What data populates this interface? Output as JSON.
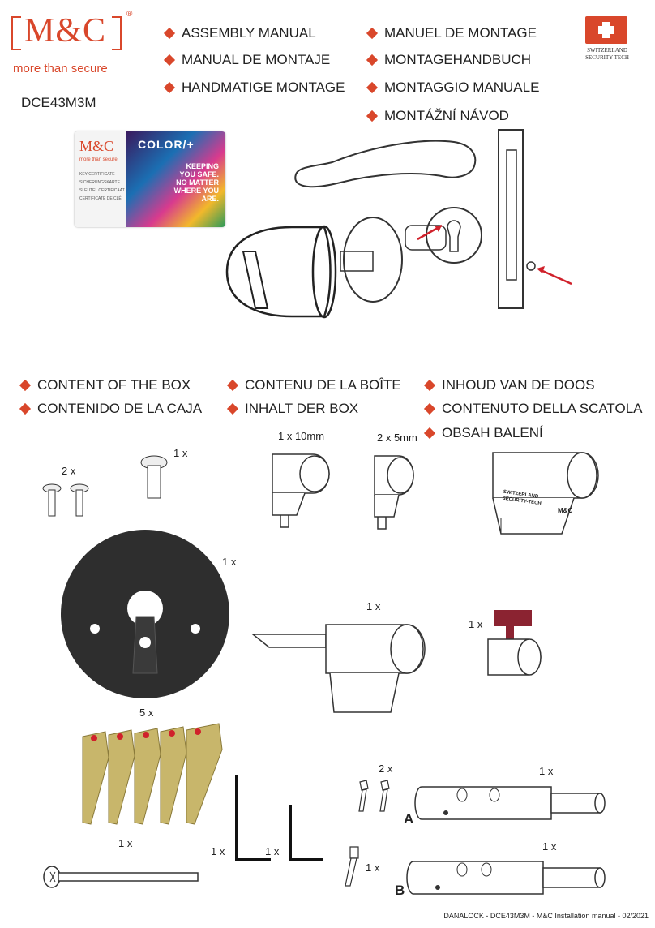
{
  "brand": {
    "logo": "M&C",
    "registered": "®",
    "tagline": "more than secure"
  },
  "model": "DCE43M3M",
  "titles": [
    "ASSEMBLY MANUAL",
    "MANUAL DE MONTAJE",
    "HANDMATIGE MONTAGE",
    "MANUEL DE MONTAGE",
    "MONTAGEHANDBUCH",
    "MONTAGGIO MANUALE",
    "MONTÁŽNÍ NÁVOD"
  ],
  "swiss_badge": {
    "line1": "SWITZERLAND",
    "line2": "SECURITY TECH"
  },
  "card": {
    "logo": "M&C",
    "tagline": "more than secure",
    "lines": [
      "KEY CERTIFICATE",
      "SICHERUNGSKARTE",
      "SLEUTEL CERTIFICAAT",
      "CERTIFICATE DE CLÉ"
    ],
    "title": "COLOR/+",
    "slogan": [
      "KEEPING",
      "YOU SAFE.",
      "NO MATTER",
      "WHERE YOU",
      "ARE."
    ]
  },
  "content_headings": [
    "CONTENT OF THE BOX",
    "CONTENIDO DE LA CAJA",
    "CONTENU DE LA BOÎTE",
    "INHALT DER BOX",
    "INHOUD VAN DE DOOS",
    "CONTENUTO DELLA SCATOLA",
    "OBSAH BALENÍ"
  ],
  "quantities": {
    "small_screws": "2 x",
    "big_screw": "1 x",
    "adapter_10mm": "1 x 10mm",
    "adapter_5mm": "2 x 5mm",
    "plate": "1 x",
    "cylinder": "1 x",
    "thumbturn": "1 x",
    "keys": "5 x",
    "hex_screws": "2 x",
    "spindle_a": "1 x",
    "allen_key_1": "1 x",
    "allen_key_2": "1 x",
    "long_bolt": "1 x",
    "hex_screw_b": "1 x",
    "spindle_b": "1 x"
  },
  "cylinder_label": {
    "line1": "SWITZERLAND",
    "line2": "SECURITY-TECH",
    "mark": "M&C"
  },
  "letters": {
    "a": "A",
    "b": "B"
  },
  "footer": "DANALOCK - DCE43M3M - M&C Installation manual - 02/2021"
}
